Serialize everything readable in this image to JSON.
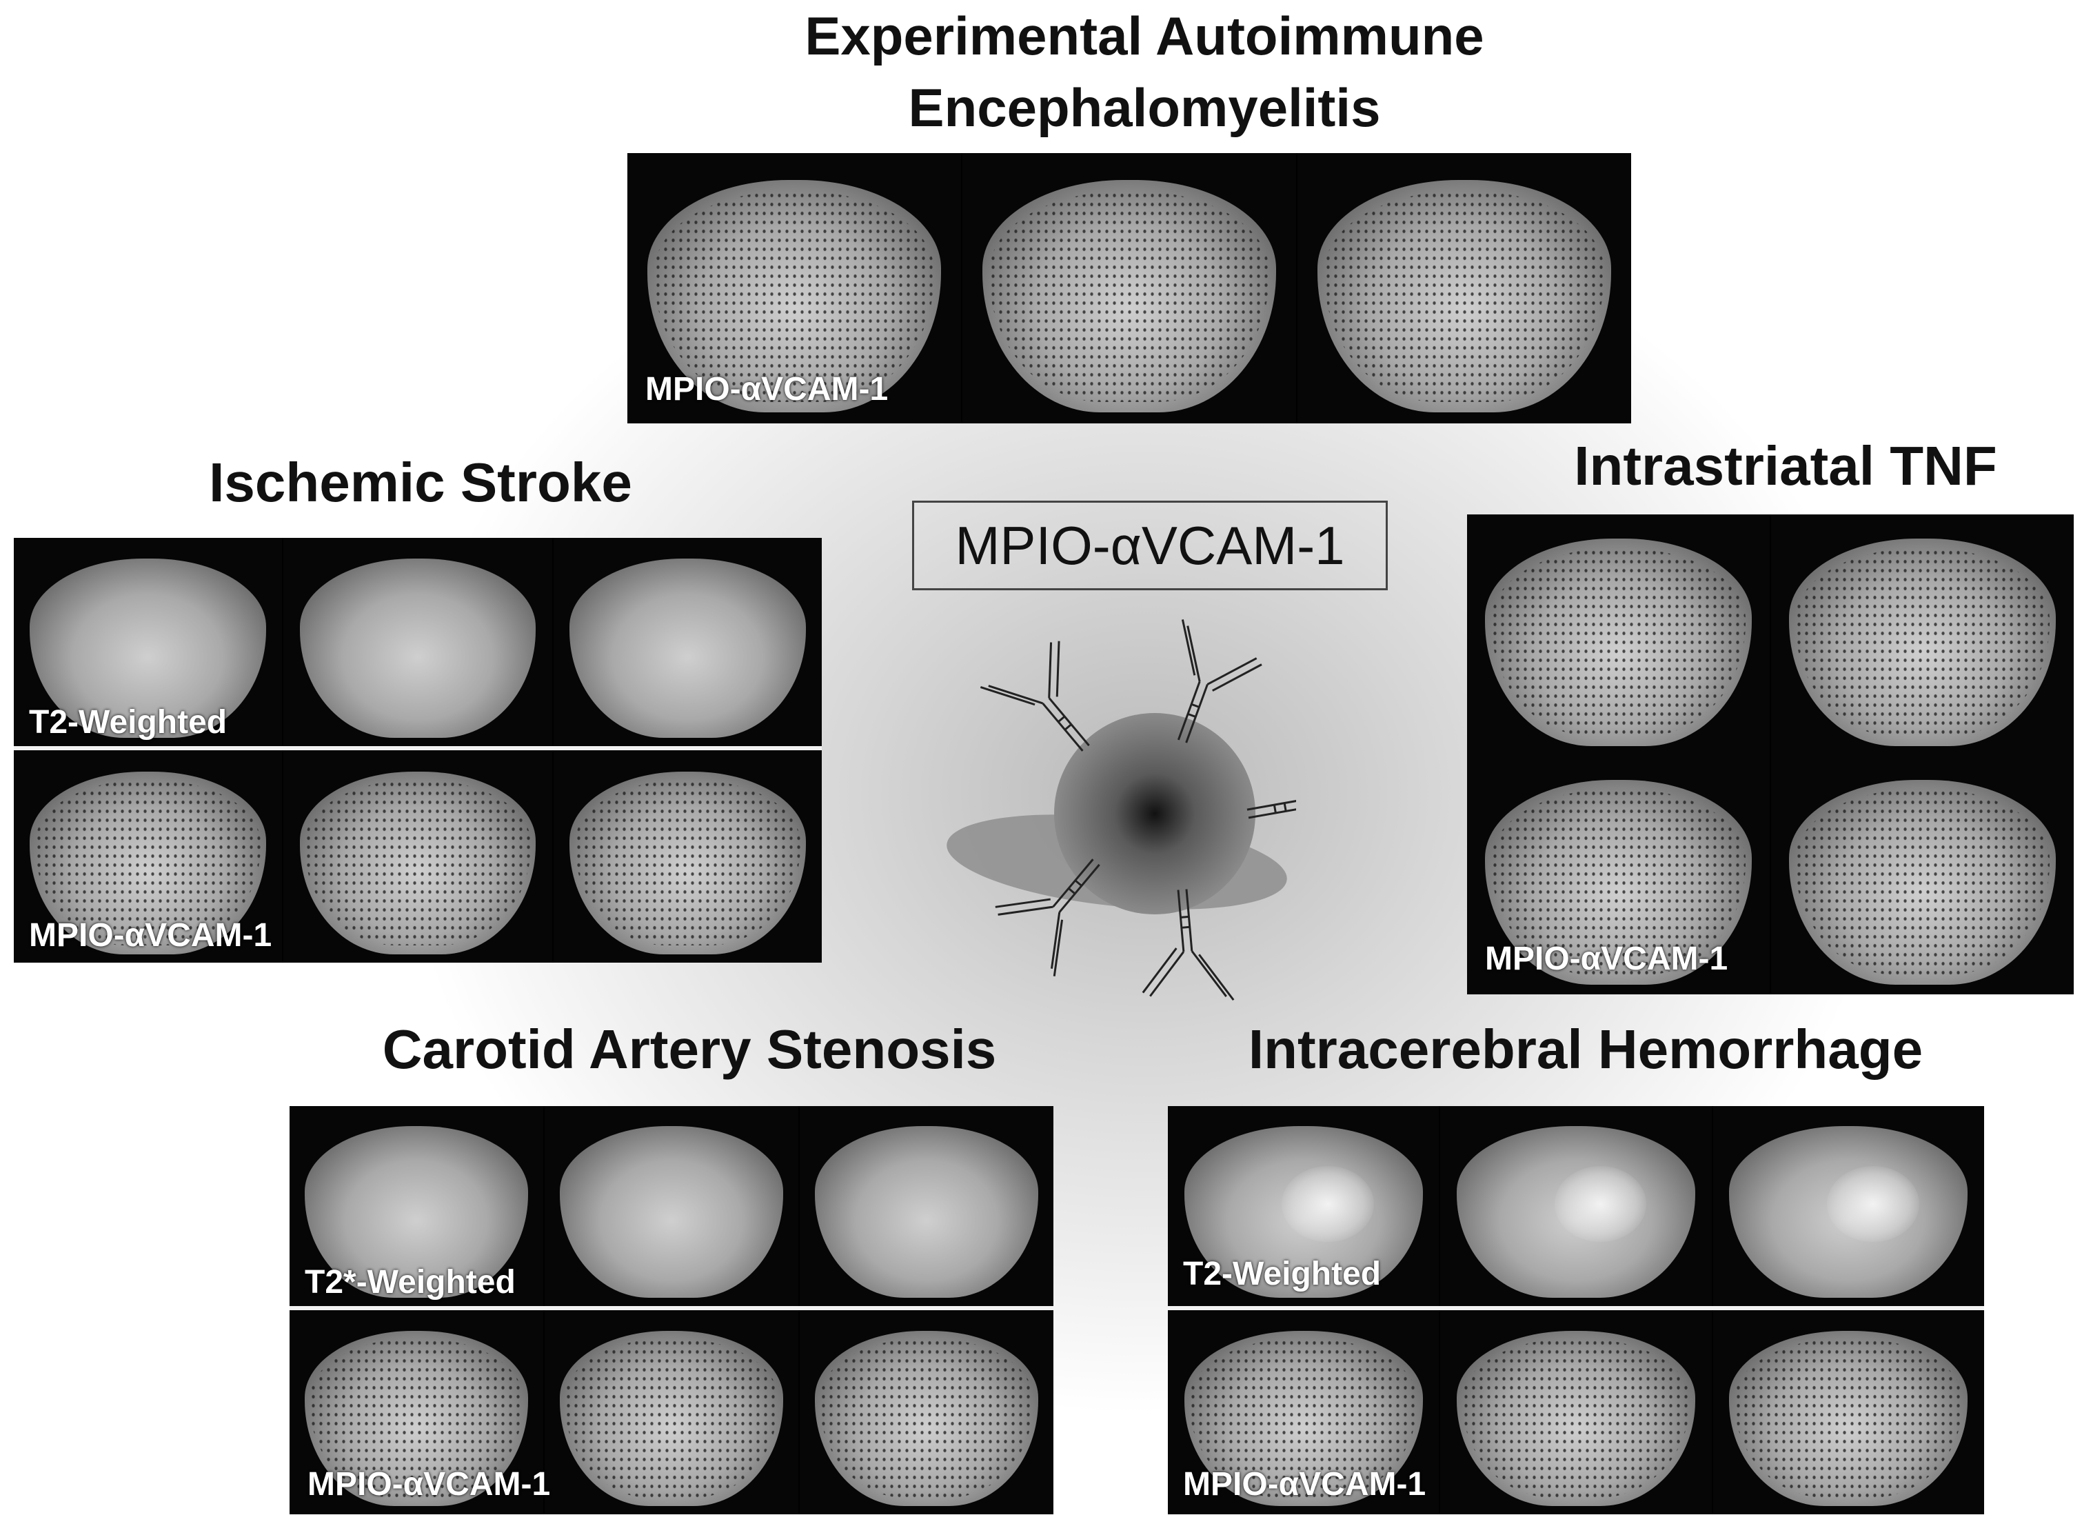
{
  "titles": {
    "eae_line1": "Experimental Autoimmune",
    "eae_line2": "Encephalomyelitis",
    "ischemic": "Ischemic Stroke",
    "tnf": "Intrastriatal TNF",
    "carotid": "Carotid Artery Stenosis",
    "ich": "Intracerebral Hemorrhage"
  },
  "center_label": "MPIO-αVCAM-1",
  "panels": {
    "eae": {
      "labels": [
        "MPIO-αVCAM-1"
      ]
    },
    "ischemic": {
      "labels": [
        "T2-Weighted",
        "MPIO-αVCAM-1"
      ]
    },
    "tnf": {
      "labels": [
        "MPIO-αVCAM-1"
      ]
    },
    "carotid": {
      "labels": [
        "T2*-Weighted",
        "MPIO-αVCAM-1"
      ]
    },
    "ich": {
      "labels": [
        "T2-Weighted",
        "MPIO-αVCAM-1"
      ]
    }
  },
  "icons": [
    "microparticle-icon",
    "antibody-icon"
  ]
}
